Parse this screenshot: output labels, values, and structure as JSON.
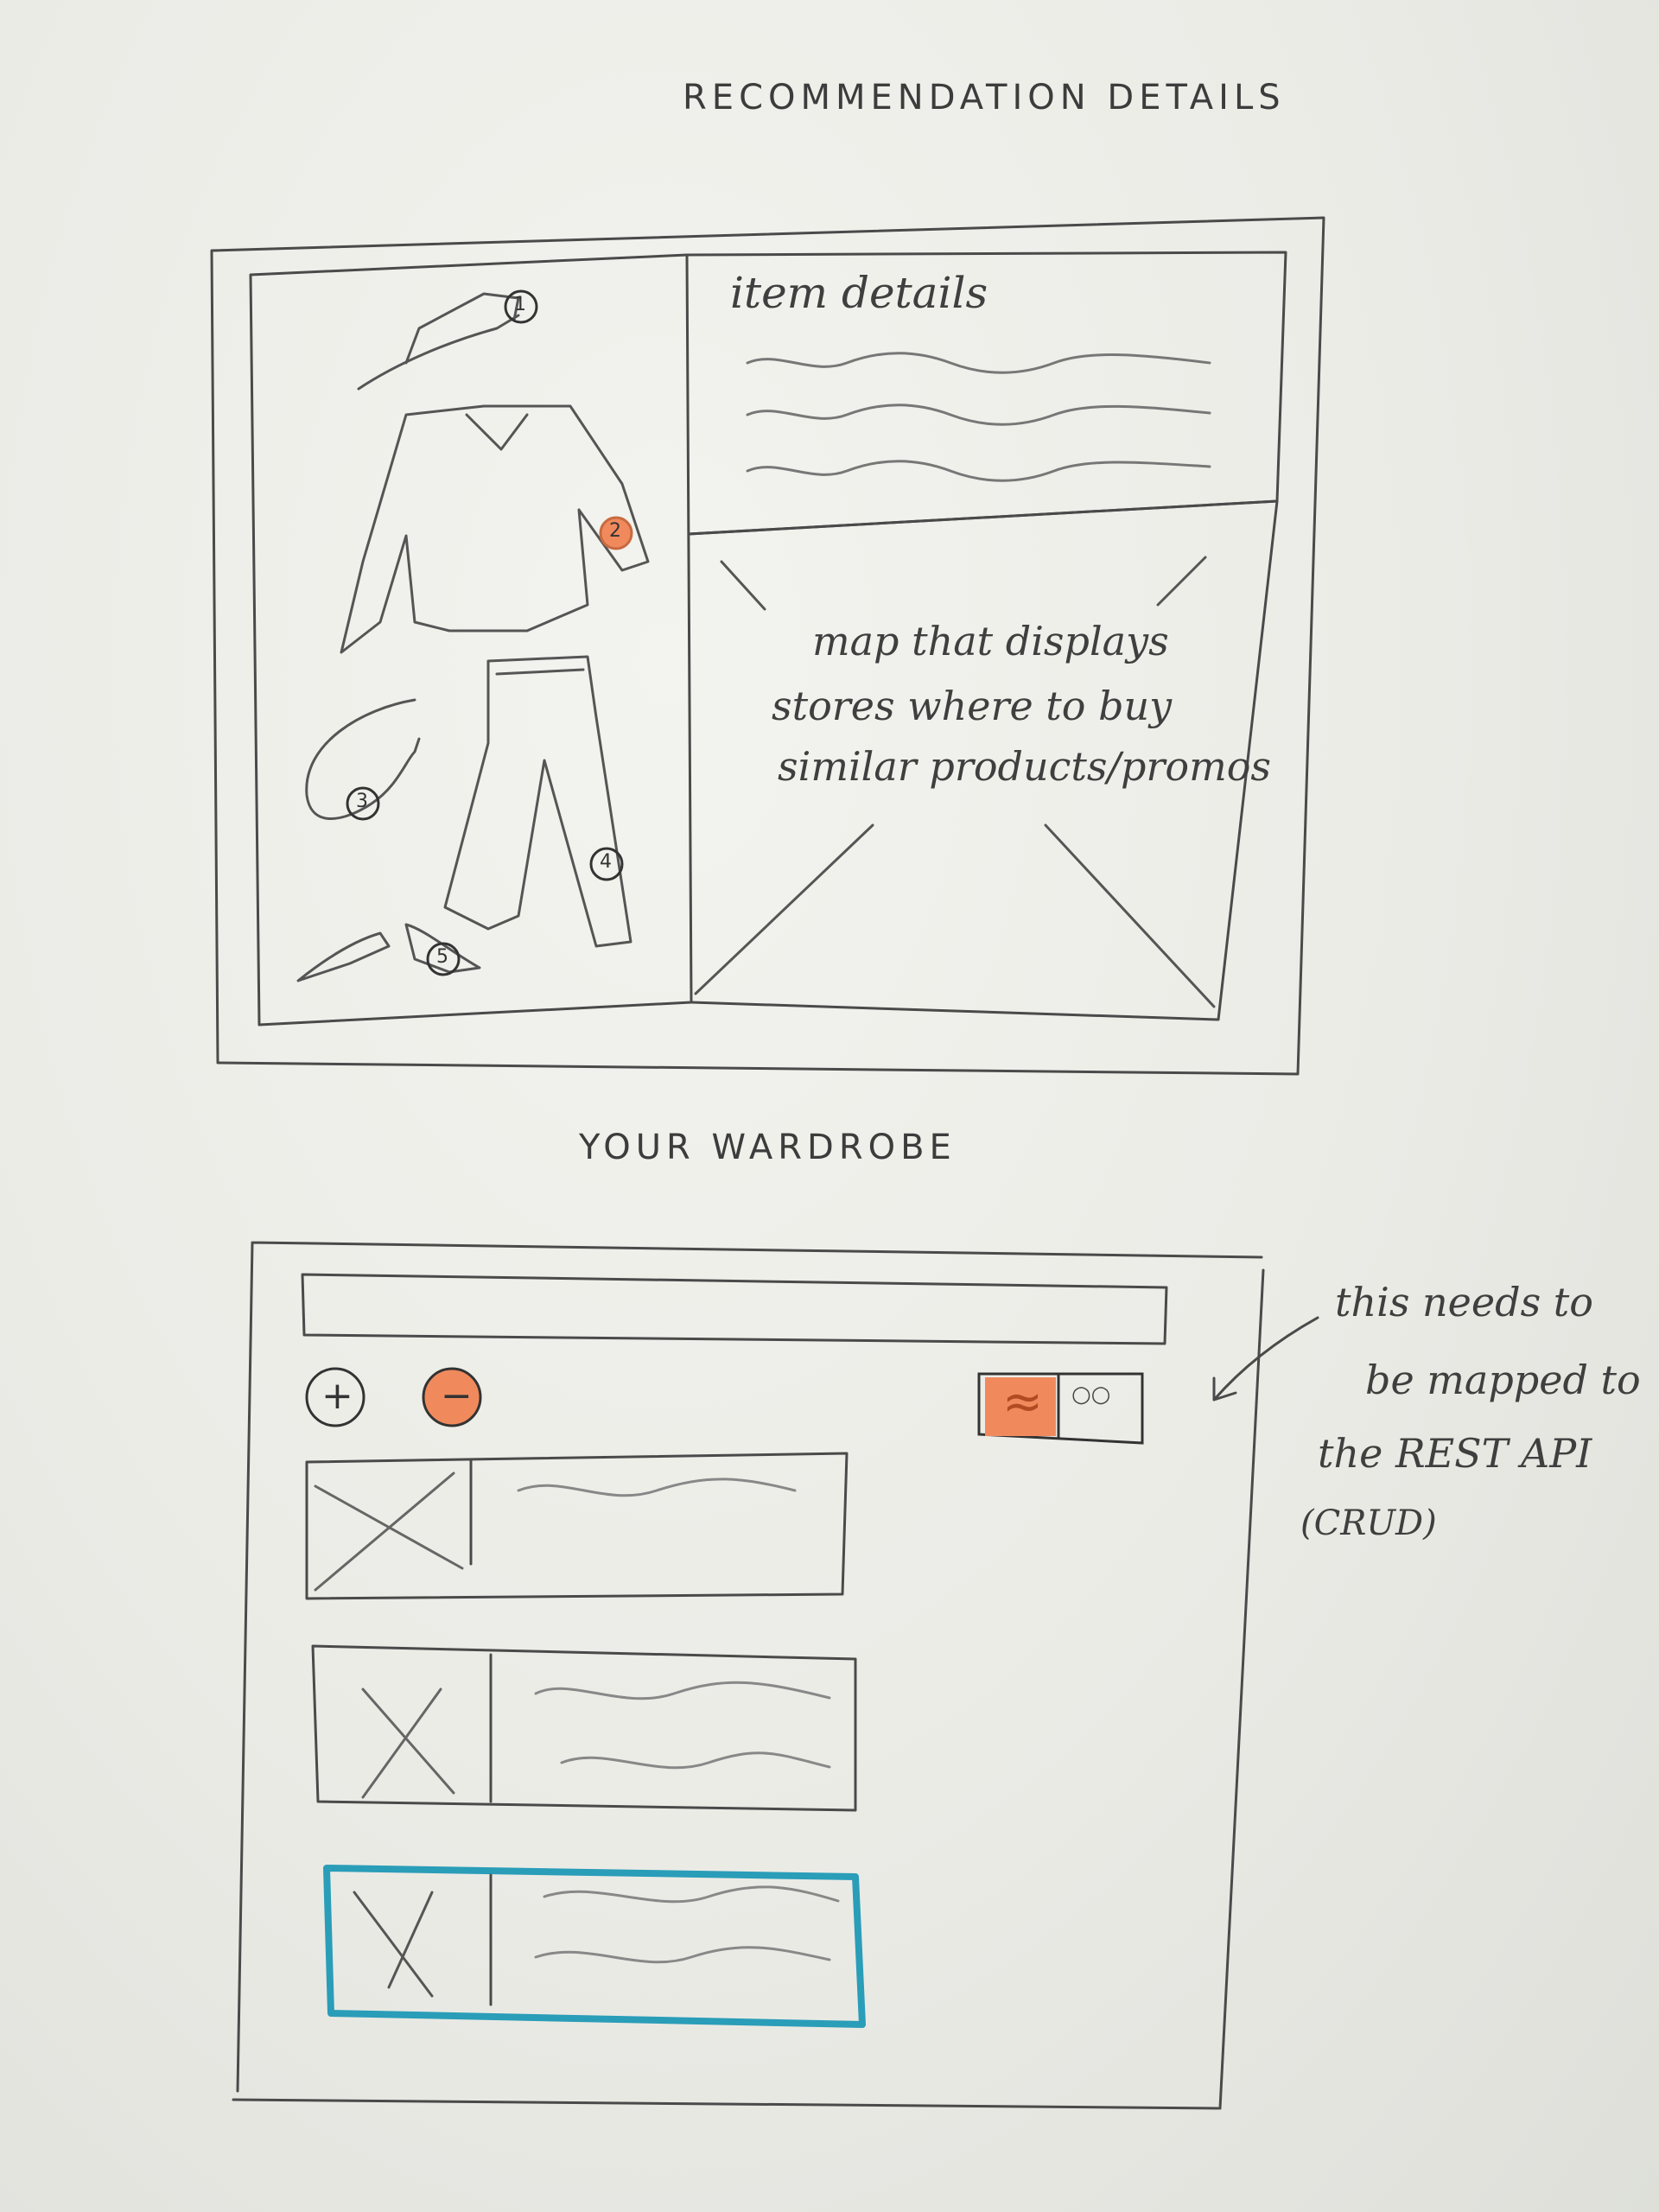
{
  "recommendation_section": {
    "title": "RECOMMENDATION DETAILS",
    "outfit_markers": [
      "1",
      "2",
      "3",
      "4",
      "5"
    ],
    "item_details_label": "item details",
    "map_caption_lines": [
      "map that displays",
      "stores where to buy",
      "similar products/promos"
    ]
  },
  "wardrobe_section": {
    "title": "YOUR WARDROBE",
    "add_symbol": "+",
    "remove_symbol": "−",
    "list_view_symbol": "≈",
    "grid_view_symbol": "○○"
  },
  "annotation": {
    "lines": [
      "this needs to",
      "be mapped to",
      "the REST API",
      "(CRUD)"
    ]
  },
  "colors": {
    "pencil": "#4a4a4a",
    "marker_orange": "#f08a5d",
    "selected_teal": "#2a9db8"
  }
}
